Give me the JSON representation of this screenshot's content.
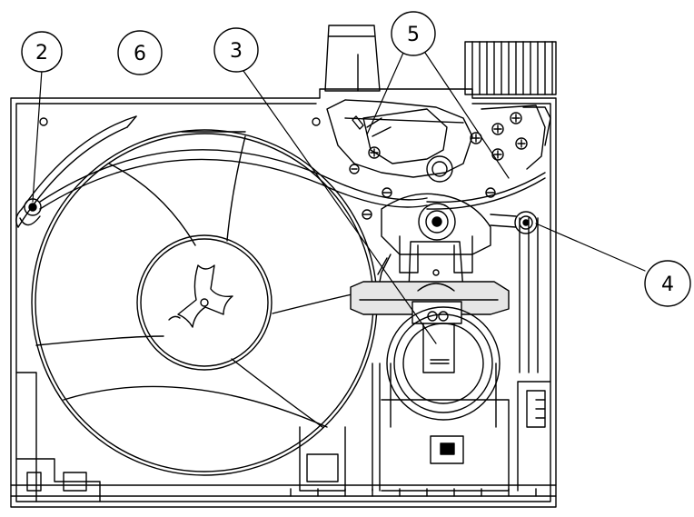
{
  "callouts": [
    {
      "id": "c2",
      "label": "2"
    },
    {
      "id": "c6",
      "label": "6"
    },
    {
      "id": "c3",
      "label": "3"
    },
    {
      "id": "c5",
      "label": "5"
    },
    {
      "id": "c4",
      "label": "4"
    }
  ],
  "colors": {
    "line": "#000000",
    "background": "#ffffff",
    "shade": "#e6e6e6"
  }
}
